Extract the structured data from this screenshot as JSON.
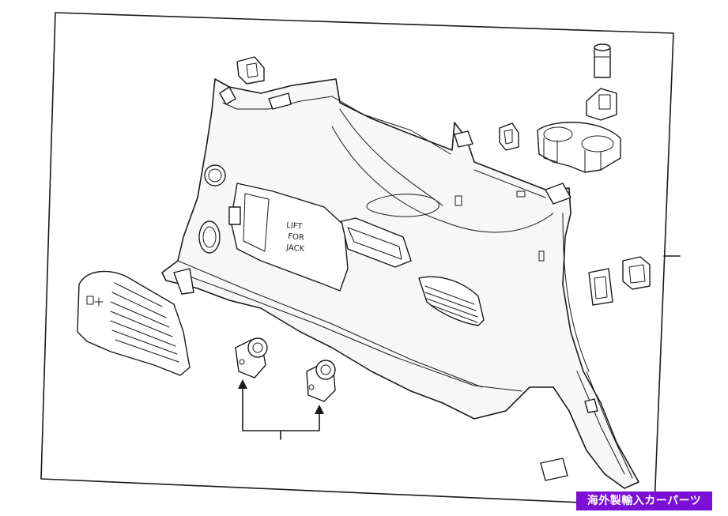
{
  "diagram": {
    "panel_label": [
      "LIFT",
      "FOR",
      "JACK"
    ]
  },
  "watermark": {
    "text": "海外製輸入カーパーツ",
    "background": "#7b0fd6",
    "color": "#ffffff"
  },
  "colors": {
    "line": "#1a1a1a",
    "paper": "#ffffff",
    "part_fill": "#f7f7f7"
  }
}
